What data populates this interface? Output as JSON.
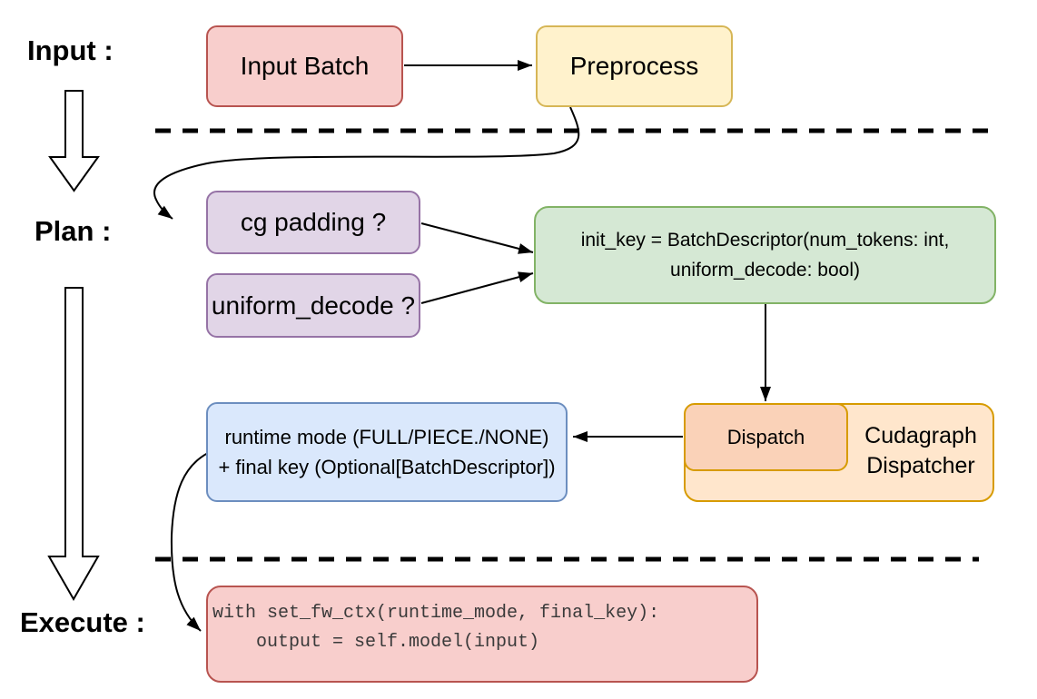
{
  "stages": {
    "input": "Input :",
    "plan": "Plan :",
    "execute": "Execute :"
  },
  "nodes": {
    "input_batch": {
      "label": "Input Batch",
      "fill": "#F8CECC",
      "stroke": "#B85450"
    },
    "preprocess": {
      "label": "Preprocess",
      "fill": "#FFF2CC",
      "stroke": "#D6B656"
    },
    "cg_padding": {
      "label": "cg padding ?",
      "fill": "#E1D5E7",
      "stroke": "#9673A6"
    },
    "uniform_decode": {
      "label": "uniform_decode ?",
      "fill": "#E1D5E7",
      "stroke": "#9673A6"
    },
    "init_key": {
      "lines": [
        "init_key = BatchDescriptor(num_tokens: int,",
        "uniform_decode: bool)"
      ],
      "fill": "#D5E8D4",
      "stroke": "#82B366"
    },
    "dispatch": {
      "label": "Dispatch",
      "fill": "#FAD2B8",
      "stroke": "#D79B00"
    },
    "cudagraph_dispatcher": {
      "lines": [
        "Cudagraph",
        "Dispatcher"
      ],
      "fill": "#FFE6CC",
      "stroke": "#D79B00"
    },
    "runtime_mode": {
      "lines": [
        "runtime mode (FULL/PIECE./NONE)",
        "+ final key (Optional[BatchDescriptor])"
      ],
      "fill": "#DAE8FC",
      "stroke": "#6C8EBF"
    },
    "execute_code": {
      "lines": [
        "with set_fw_ctx(runtime_mode, final_key):",
        "    output = self.model(input)"
      ],
      "fill": "#F8CECC",
      "stroke": "#B85450"
    }
  },
  "edge_color": "#000000"
}
